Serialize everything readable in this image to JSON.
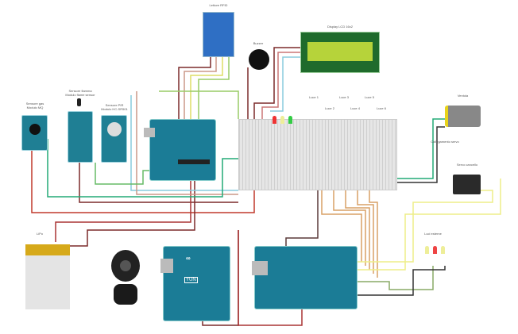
{
  "title": "Schema circuito",
  "labels": {
    "rfid": "Lettore RFID",
    "buzzer": "Buzzer",
    "lcd": "Display LCD 16x2",
    "sensor1": "Sensore gas\nModulo MQ",
    "sensor2": "Sensore fiamma\nModulo flame sensor",
    "sensor3": "Sensore PIR\nModulo HC-SR501",
    "fan": "Ventola",
    "servo": "Servo cancello",
    "battery": "LiPo",
    "leds_out": "Luci esterne",
    "res1": "Luce 1",
    "res2": "Luce 2",
    "res3": "Luce 3",
    "res4": "Luce 4",
    "res5": "Luce 5",
    "res6": "Luce 6",
    "servo_res": "Collegamento servo",
    "yun": "YUN"
  },
  "colors": {
    "board": "#1b7c96",
    "lcd": "#b6d33a",
    "breadboard": "#e6e6e6"
  }
}
